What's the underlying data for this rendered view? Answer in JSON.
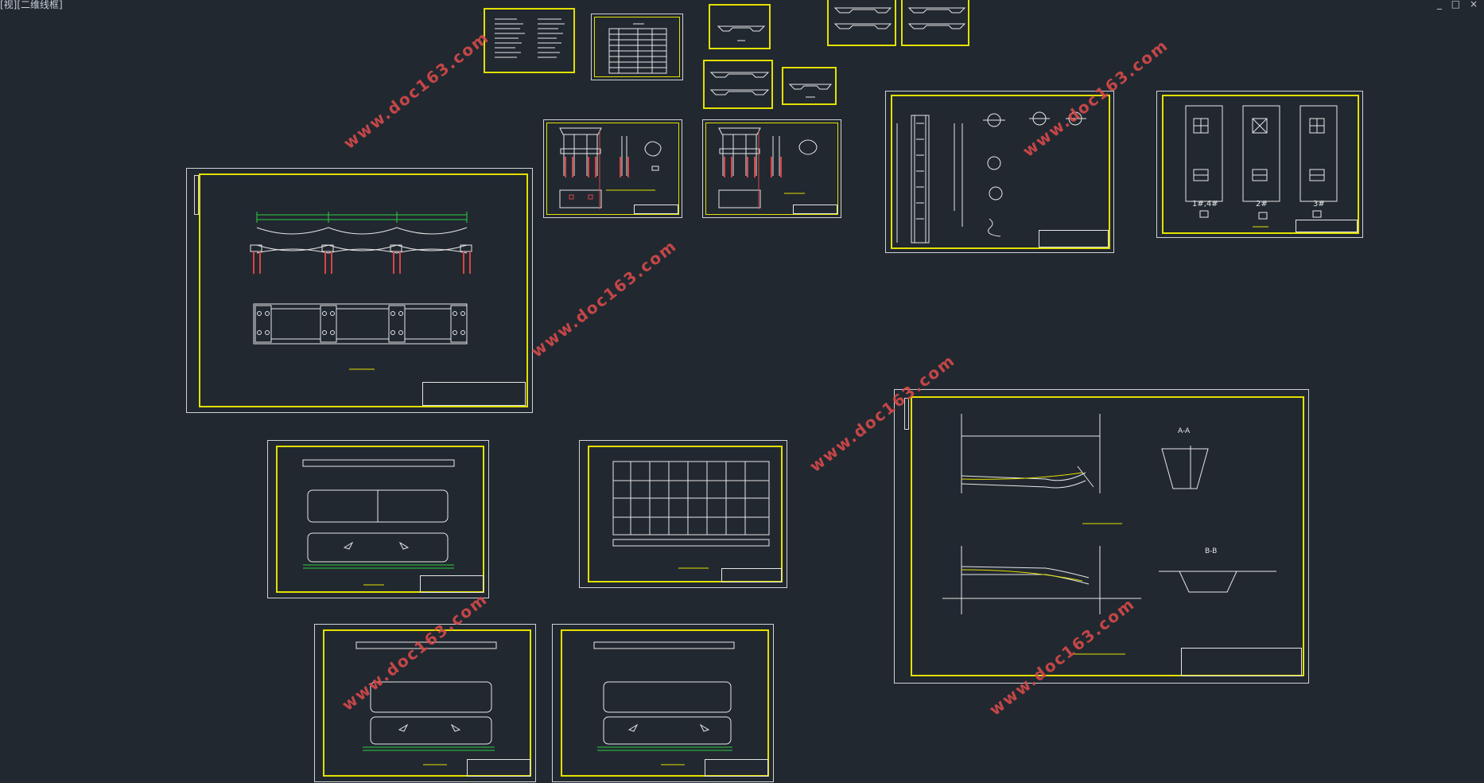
{
  "viewport": {
    "label": "[视][二维线框]"
  },
  "window_controls": [
    "_",
    "□",
    "×"
  ],
  "watermark": "www.doc163.com",
  "labels": {
    "pier1": "1#,4#",
    "pier2": "2#",
    "pier3": "3#",
    "section_aa": "A-A",
    "section_bb": "B-B"
  },
  "colors": {
    "background": "#212830",
    "frame": "#e3e000",
    "line": "#e6e6e6",
    "rebar": "#d94545",
    "dim": "#2ecc40",
    "watermark": "#d64a4a"
  }
}
